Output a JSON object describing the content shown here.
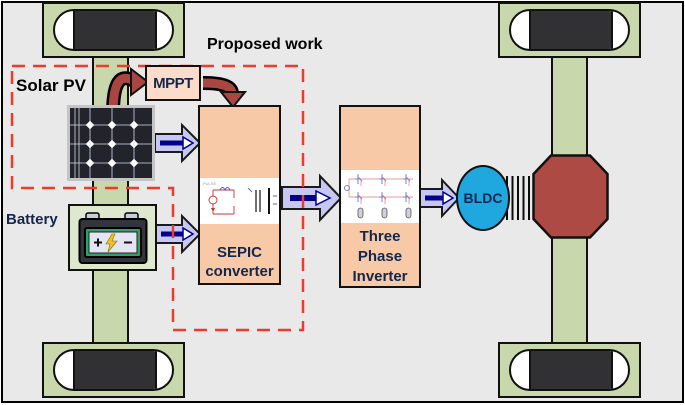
{
  "title": "Proposed work",
  "labels": {
    "solar_pv": "Solar PV",
    "battery": "Battery"
  },
  "blocks": {
    "mppt": {
      "label": "MPPT"
    },
    "sepic": {
      "line1": "SEPIC",
      "line2": "converter"
    },
    "inverter": {
      "line1": "Three",
      "line2": "Phase",
      "line3": "Inverter"
    },
    "bldc": {
      "label": "BLDC"
    }
  },
  "icons": {
    "solar_panel": "solar-panel-icon",
    "battery": "battery-icon",
    "wheel": "wheel-icon",
    "motor_coupling": "shaft-coupling-icon",
    "differential": "differential-octagon-icon",
    "flow_arrow": "block-arrow-icon",
    "mppt_feedback": "curved-arrow-icon",
    "sepic_circuit": "sepic-circuit-thumbnail",
    "inverter_circuit": "three-phase-bridge-thumbnail"
  },
  "colors": {
    "background": "#E9E9E9",
    "chassis_green": "#C9D7AC",
    "wheel_dark": "#313134",
    "box_peach": "#F7C9A6",
    "mppt_peach": "#FBDCCA",
    "brick_red": "#A9463F",
    "octagon_red": "#AC4A43",
    "arrow_lavender": "#C7C8F2",
    "label_navy": "#14264C",
    "glyph_navy": "#00008B",
    "bldc_blue": "#1FA8E0",
    "dash_red": "#EF3B2D",
    "battery_green": "#2FA06A",
    "bolt_yellow": "#F2C21E",
    "text_black": "#000000"
  }
}
